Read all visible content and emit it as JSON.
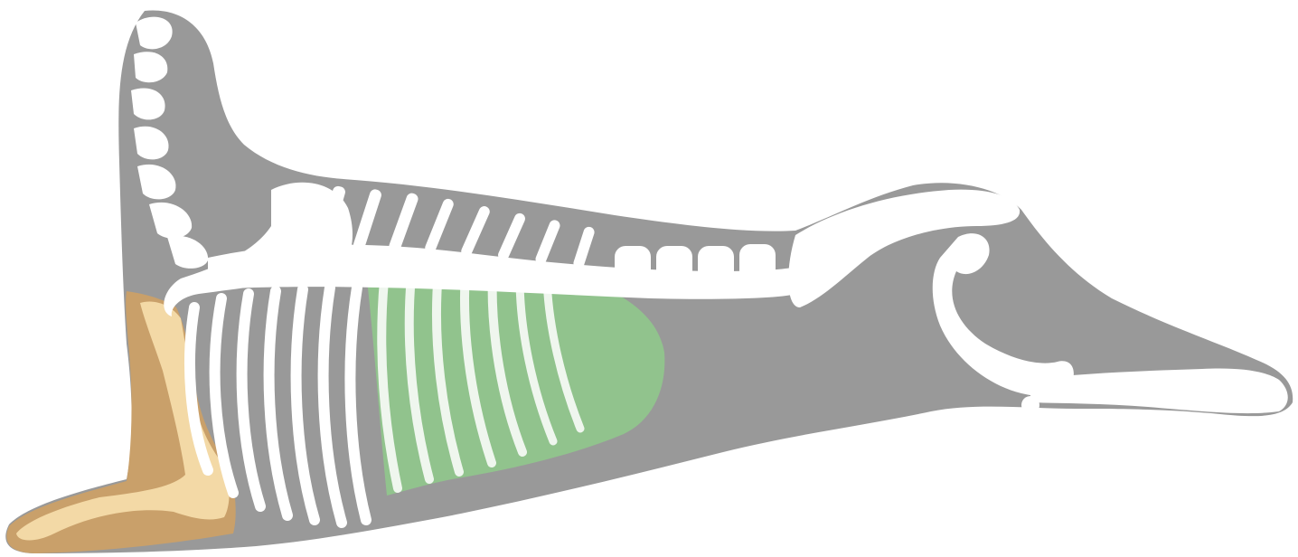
{
  "diagram": {
    "subject": "carcass-skeleton-cut-map",
    "colors": {
      "background": "#ffffff",
      "carcass": "#999999",
      "bone": "#ffffff",
      "highlight_green": "#8fd18a",
      "highlight_tan": "#c9a06a",
      "highlight_tan_light": "#f3d9a6"
    },
    "regions": [
      {
        "id": "shoulder-cut",
        "color_key": "highlight_tan"
      },
      {
        "id": "rib-belly-cut",
        "color_key": "highlight_green"
      }
    ]
  }
}
